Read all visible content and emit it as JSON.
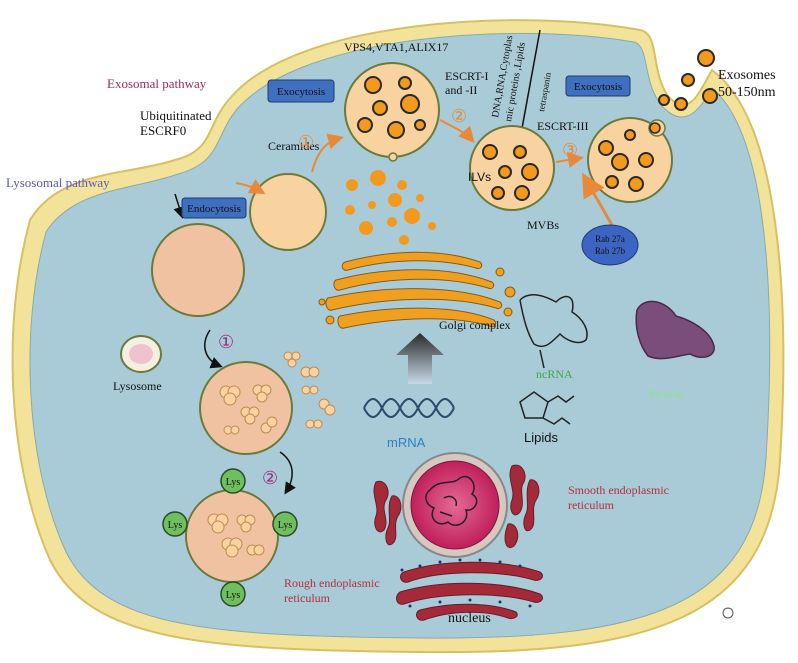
{
  "pathways": {
    "exosomal": "Exosomal pathway",
    "lysosomal": "Lysosomal pathway"
  },
  "labels": {
    "ubiquitinated_line1": "Ubiquitinated",
    "ubiquitinated_line2": "ESCRF0",
    "exocytosis_left": "Exocytosis",
    "exocytosis_right": "Exocytosis",
    "endocytosis": "Endocytosis",
    "ceramides": "Ceramides",
    "vps": "VPS4,VTA1,ALIX17",
    "escrt_i_line1": "ESCRT-I",
    "escrt_i_line2": "and -II",
    "escrt_iii": "ESCRT-III",
    "cargo_line1": "DNA,RNA,Cytoplas",
    "cargo_line2": "mic proteins ,Lipids",
    "tetraspanin": "tetraspanin",
    "ilvs": "ILVs",
    "mvbs": "MVBs",
    "rab_line1": "Rab 27a",
    "rab_line2": "Rab 27b",
    "exosomes_line1": "Exosomes",
    "exosomes_line2": "50-150nm",
    "golgi": "Golgi complex",
    "ncrna": "ncRNA",
    "protein": "Protein",
    "mrna": "mRNA",
    "lipids": "Lipids",
    "lysosome": "Lysosome",
    "lys": "Lys",
    "smooth_er_line1": "Smooth endoplasmic",
    "smooth_er_line2": "reticulum",
    "rough_er_line1": "Rough endoplasmic",
    "rough_er_line2": "reticulum",
    "nucleus": "nucleus",
    "step1": "①",
    "step2": "②",
    "step3": "③"
  },
  "colors": {
    "cytoplasm": "#a9cbd8",
    "membrane": "#f3e39a",
    "vesicle": "#f8d3a0",
    "cargo": "#f39a1e",
    "golgi": "#f0a020",
    "lyso_vesicle": "#f0c2a2",
    "box_blue": "#3f6fc0",
    "rab_blue": "#3c64c2",
    "exosomal_text": "#9b2a5a",
    "lysosomal_text": "#5a55c0",
    "step_orange": "#e8893a",
    "step_purple": "#9b2a7a",
    "mrna_text": "#2f7fc1",
    "ncrna_text": "#3aa84a",
    "protein_text": "#8fe08a",
    "er_red": "#a42a3a",
    "er_text": "#b03040",
    "protein_fill": "#7a4d7a",
    "lys_green": "#6fbf5f"
  }
}
